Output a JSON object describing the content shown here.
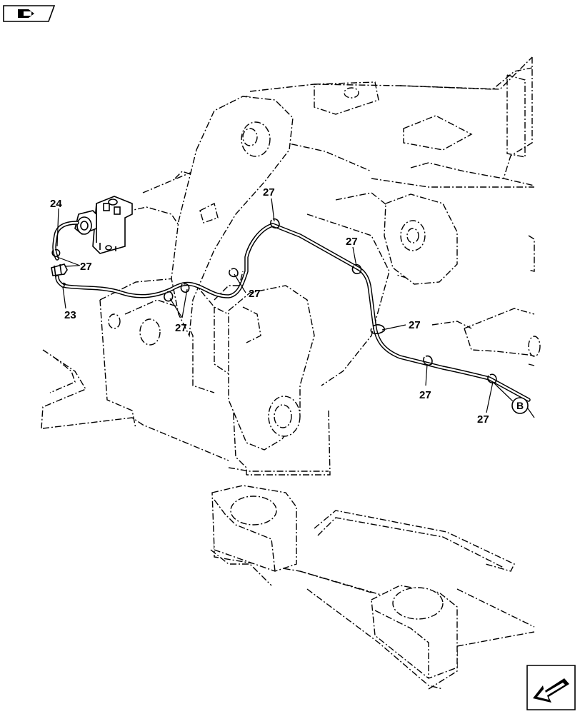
{
  "callouts": {
    "c24": "24",
    "c23": "23",
    "c27_valve": "27",
    "c27_left_pair": "27",
    "c27_mid_low": "27",
    "c27_top_left": "27",
    "c27_top_right": "27",
    "c27_right": "27",
    "c27_bottom": "27",
    "c27_far_right": "27"
  },
  "reference": {
    "letter": "B"
  },
  "icons": {
    "top_left": "book-page-icon",
    "bottom_right": "next-page-arrow-icon"
  },
  "colors": {
    "line": "#000000",
    "background": "#ffffff"
  }
}
